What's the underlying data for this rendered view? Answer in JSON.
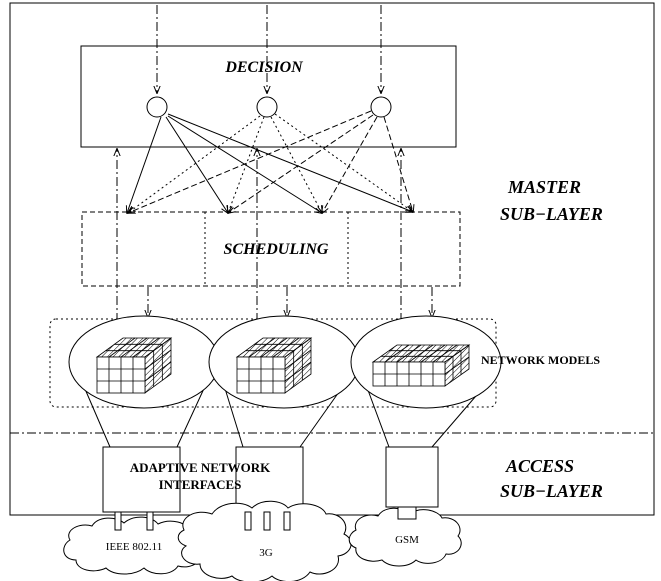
{
  "labels": {
    "decision": "DECISION",
    "scheduling": "SCHEDULING",
    "network_models": "NETWORK MODELS",
    "adaptive_interfaces_line1": "ADAPTIVE NETWORK",
    "adaptive_interfaces_line2": "INTERFACES",
    "master_line1": "MASTER",
    "master_line2": "SUB−LAYER",
    "access_line1": "ACCESS",
    "access_line2": "SUB−LAYER",
    "cloud_ieee": "IEEE 802.11",
    "cloud_3g": "3G",
    "cloud_gsm": "GSM"
  }
}
